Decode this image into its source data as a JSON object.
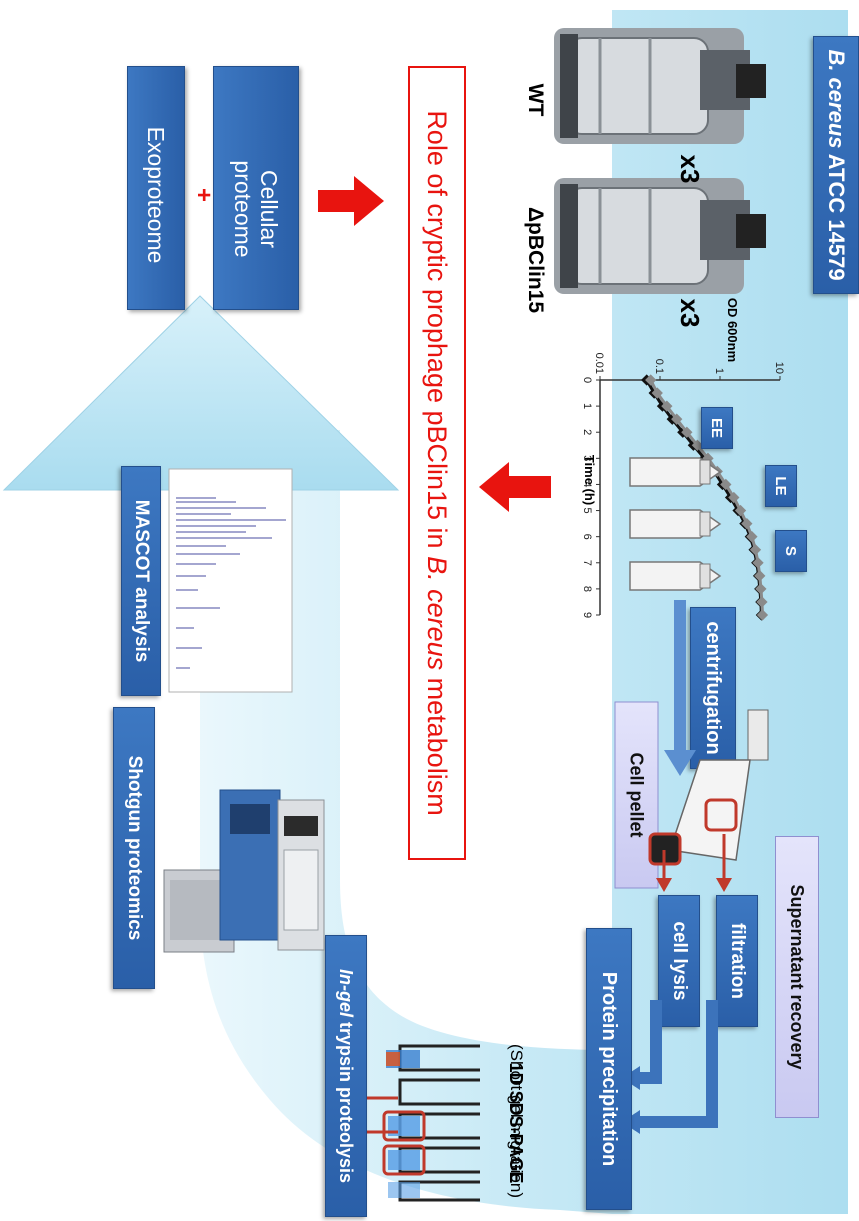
{
  "title": "Role of cryptic prophage pBClin15 in B. cereus metabolism",
  "title_parts": {
    "pre": "Role of cryptic prophage pBClin15 in ",
    "italic": "B. cereus",
    "post": " metabolism"
  },
  "organism": {
    "italic": "B. cereus",
    "rest": " ATCC 14579"
  },
  "strains": {
    "wt": "WT",
    "mutant": "ΔpBClin15",
    "replicates_wt": "x3",
    "replicates_mutant": "x3"
  },
  "growth_chart_labels": {
    "ylabel": "OD 600nm",
    "xlabel": "Time (h)",
    "phase_ee": "EE",
    "phase_le": "LE",
    "phase_s": "S"
  },
  "steps": {
    "centrifugation": "centrifugation",
    "cell_pellet": "Cell pellet",
    "supernatant": "Supernatant recovery",
    "cell_lysis": "cell lysis",
    "filtration": "filtration",
    "protein_precipitation": "Protein precipitation",
    "sds_page": "1D SDS-PAGE",
    "sds_page_note": "(Short gel migration)",
    "trypsin_italic": "In-gel",
    "trypsin_rest": " trypsin proteolysis",
    "shotgun": "Shotgun proteomics",
    "mascot": "MASCOT analysis",
    "cellular_proteome": "Cellular proteome",
    "cellular_line1": "Cellular",
    "cellular_line2": "proteome",
    "plus": "+",
    "exoproteome": "Exoproteome"
  },
  "colors": {
    "accent_red": "#e8140f",
    "box_blue": "#3567b0",
    "arc_light": "#bfe6f4",
    "lilac": "#d6d6f6"
  },
  "chart_data": {
    "type": "line",
    "xlabel": "Time (h)",
    "ylabel": "OD 600nm",
    "x_ticks": [
      0,
      1,
      2,
      3,
      4,
      5,
      6,
      7,
      8,
      9
    ],
    "y_ticks": [
      "0.01",
      "0.1",
      "1",
      "10"
    ],
    "xlim": [
      0,
      9
    ],
    "ylim": [
      0.01,
      10
    ],
    "y_scale": "log",
    "series": [
      {
        "x": [
          0,
          0.5,
          1,
          1.5,
          2,
          2.5,
          3,
          3.5,
          4,
          4.5,
          5,
          5.5,
          6,
          6.5,
          7,
          7.5,
          8,
          8.5,
          9
        ],
        "values": [
          0.06,
          0.08,
          0.11,
          0.16,
          0.24,
          0.36,
          0.55,
          0.8,
          1.1,
          1.5,
          2.0,
          2.6,
          3.2,
          3.7,
          4.1,
          4.4,
          4.6,
          4.8,
          4.9
        ]
      },
      {
        "x": [
          0,
          0.5,
          1,
          1.5,
          2,
          2.5,
          3,
          3.5,
          4,
          4.5,
          5,
          5.5,
          6,
          6.5,
          7,
          7.5,
          8,
          8.5,
          9
        ],
        "values": [
          0.07,
          0.09,
          0.13,
          0.19,
          0.28,
          0.42,
          0.63,
          0.9,
          1.25,
          1.7,
          2.2,
          2.8,
          3.4,
          3.9,
          4.3,
          4.6,
          4.8,
          5.0,
          5.1
        ]
      }
    ],
    "annotations": [
      "EE",
      "LE",
      "S"
    ]
  }
}
